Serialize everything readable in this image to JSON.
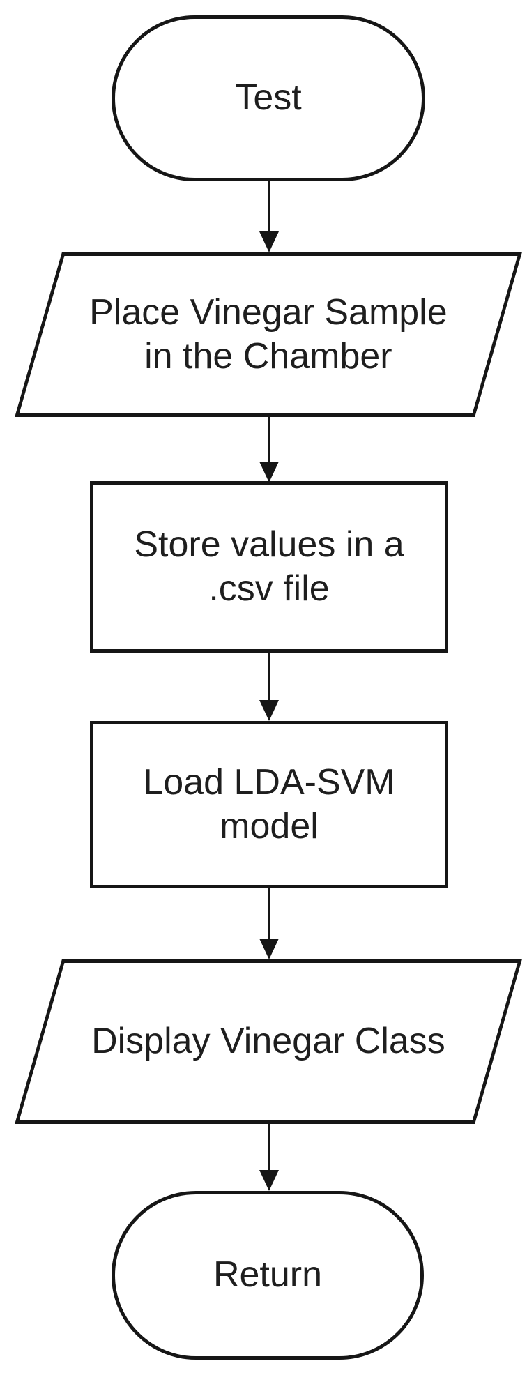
{
  "diagram": {
    "type": "flowchart",
    "orientation": "top-down",
    "nodes": [
      {
        "id": "start",
        "type": "terminator",
        "label": "Test"
      },
      {
        "id": "input",
        "type": "io-parallelogram",
        "label": "Place Vinegar Sample in the Chamber"
      },
      {
        "id": "store",
        "type": "process",
        "label": "Store values in a .csv file"
      },
      {
        "id": "load",
        "type": "process",
        "label": "Load LDA-SVM model"
      },
      {
        "id": "display",
        "type": "io-parallelogram",
        "label": "Display Vinegar Class"
      },
      {
        "id": "end",
        "type": "terminator",
        "label": "Return"
      }
    ],
    "edges": [
      {
        "from": "start",
        "to": "input",
        "style": "arrow-down"
      },
      {
        "from": "input",
        "to": "store",
        "style": "arrow-down"
      },
      {
        "from": "store",
        "to": "load",
        "style": "arrow-down"
      },
      {
        "from": "load",
        "to": "display",
        "style": "arrow-down"
      },
      {
        "from": "display",
        "to": "end",
        "style": "arrow-down"
      }
    ],
    "colors": {
      "background": "#ffffff",
      "fill": "#ffffff",
      "stroke": "#161616",
      "text": "#1e1e1e"
    }
  }
}
